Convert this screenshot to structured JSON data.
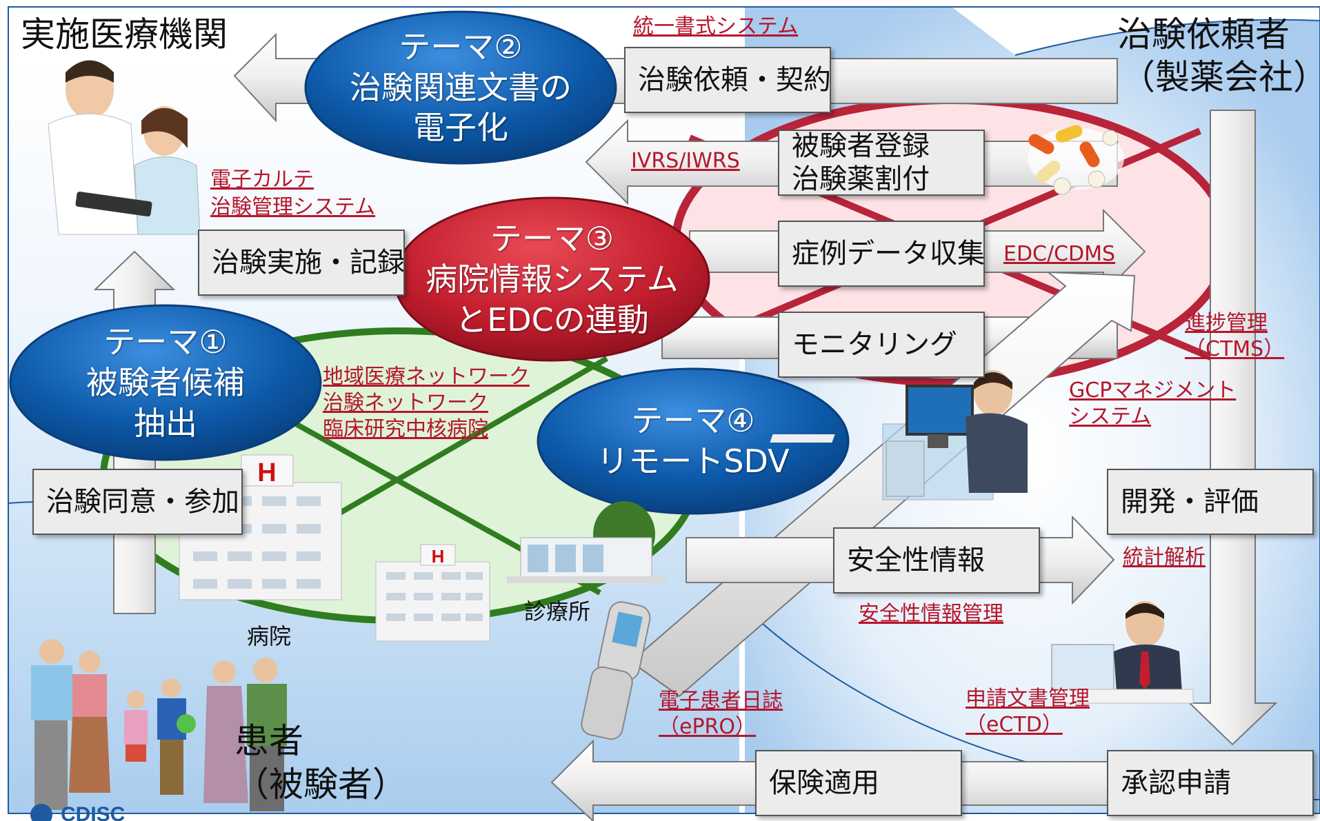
{
  "headers": {
    "institution": "実施医療機関",
    "sponsor_line1": "治験依頼者",
    "sponsor_line2": "（製薬会社）",
    "patient_line1": "患者",
    "patient_line2": "（被験者）"
  },
  "themes": {
    "t1": [
      "テーマ①",
      "被験者候補",
      "抽出"
    ],
    "t2": [
      "テーマ②",
      "治験関連文書の",
      "電子化"
    ],
    "t3": [
      "テーマ③",
      "病院情報システム",
      "とEDCの連動"
    ],
    "t4": [
      "テーマ④",
      "リモートSDV"
    ]
  },
  "process_boxes": {
    "request_contract": "治験依頼・契約",
    "registration_line1": "被験者登録",
    "registration_line2": "治験薬割付",
    "conduct_record": "治験実施・記録",
    "case_data": "症例データ収集",
    "monitoring": "モニタリング",
    "consent": "治験同意・参加",
    "dev_eval": "開発・評価",
    "safety_info": "安全性情報",
    "insurance": "保険適用",
    "approval": "承認申請"
  },
  "system_links": {
    "unified_forms": "統一書式システム",
    "ivrs": "IVRS/IWRS",
    "ehr": "電子カルテ",
    "ctms_system": "治験管理システム",
    "edc": "EDC/CDMS",
    "progress_line1": "進捗管理",
    "progress_line2": "（CTMS）",
    "gcp_line1": "GCPマネジメント",
    "gcp_line2": "システム",
    "regional_net": "地域医療ネットワーク",
    "trial_net": "治験ネットワーク",
    "core_hospital": "臨床研究中核病院",
    "stats": "統計解析",
    "safety_mgmt": "安全性情報管理",
    "epro_line1": "電子患者日誌",
    "epro_line2": "（ePRO）",
    "ectd_line1": "申請文書管理",
    "ectd_line2": "（eCTD）"
  },
  "captions": {
    "hospital": "病院",
    "clinic": "診療所",
    "logo": "CDISC"
  },
  "colors": {
    "theme_blue": "#0a58a8",
    "theme_red": "#c21e2e",
    "link_red": "#b5162b",
    "box_fill": "#ececec",
    "network_green": "#2f7d1f",
    "ellipse_red": "#b8243a"
  }
}
